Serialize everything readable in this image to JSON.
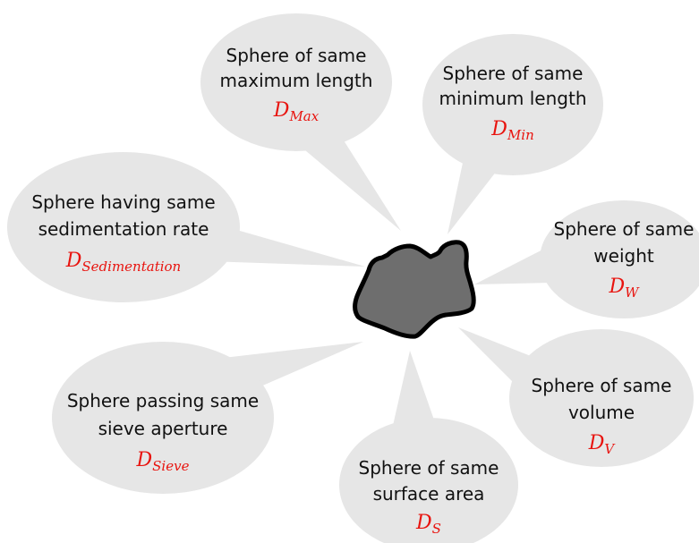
{
  "accent_color": "#e8140f",
  "bubble_color": "#e6e6e6",
  "particle_color": "#6e6e6e",
  "bubbles": [
    {
      "id": "max-length",
      "line1": "Sphere of same",
      "line2": "maximum length",
      "symbol": "D",
      "subscript": "Max"
    },
    {
      "id": "min-length",
      "line1": "Sphere of same",
      "line2": "minimum length",
      "symbol": "D",
      "subscript": "Min"
    },
    {
      "id": "sedimentation",
      "line1": "Sphere having same",
      "line2": "sedimentation rate",
      "symbol": "D",
      "subscript": "Sedimentation"
    },
    {
      "id": "weight",
      "line1": "Sphere of same",
      "line2": "weight",
      "symbol": "D",
      "subscript": "W"
    },
    {
      "id": "volume",
      "line1": "Sphere of same",
      "line2": "volume",
      "symbol": "D",
      "subscript": "V"
    },
    {
      "id": "surface-area",
      "line1": "Sphere of same",
      "line2": "surface area",
      "symbol": "D",
      "subscript": "S"
    },
    {
      "id": "sieve",
      "line1": "Sphere passing same",
      "line2": "sieve aperture",
      "symbol": "D",
      "subscript": "Sieve"
    }
  ]
}
